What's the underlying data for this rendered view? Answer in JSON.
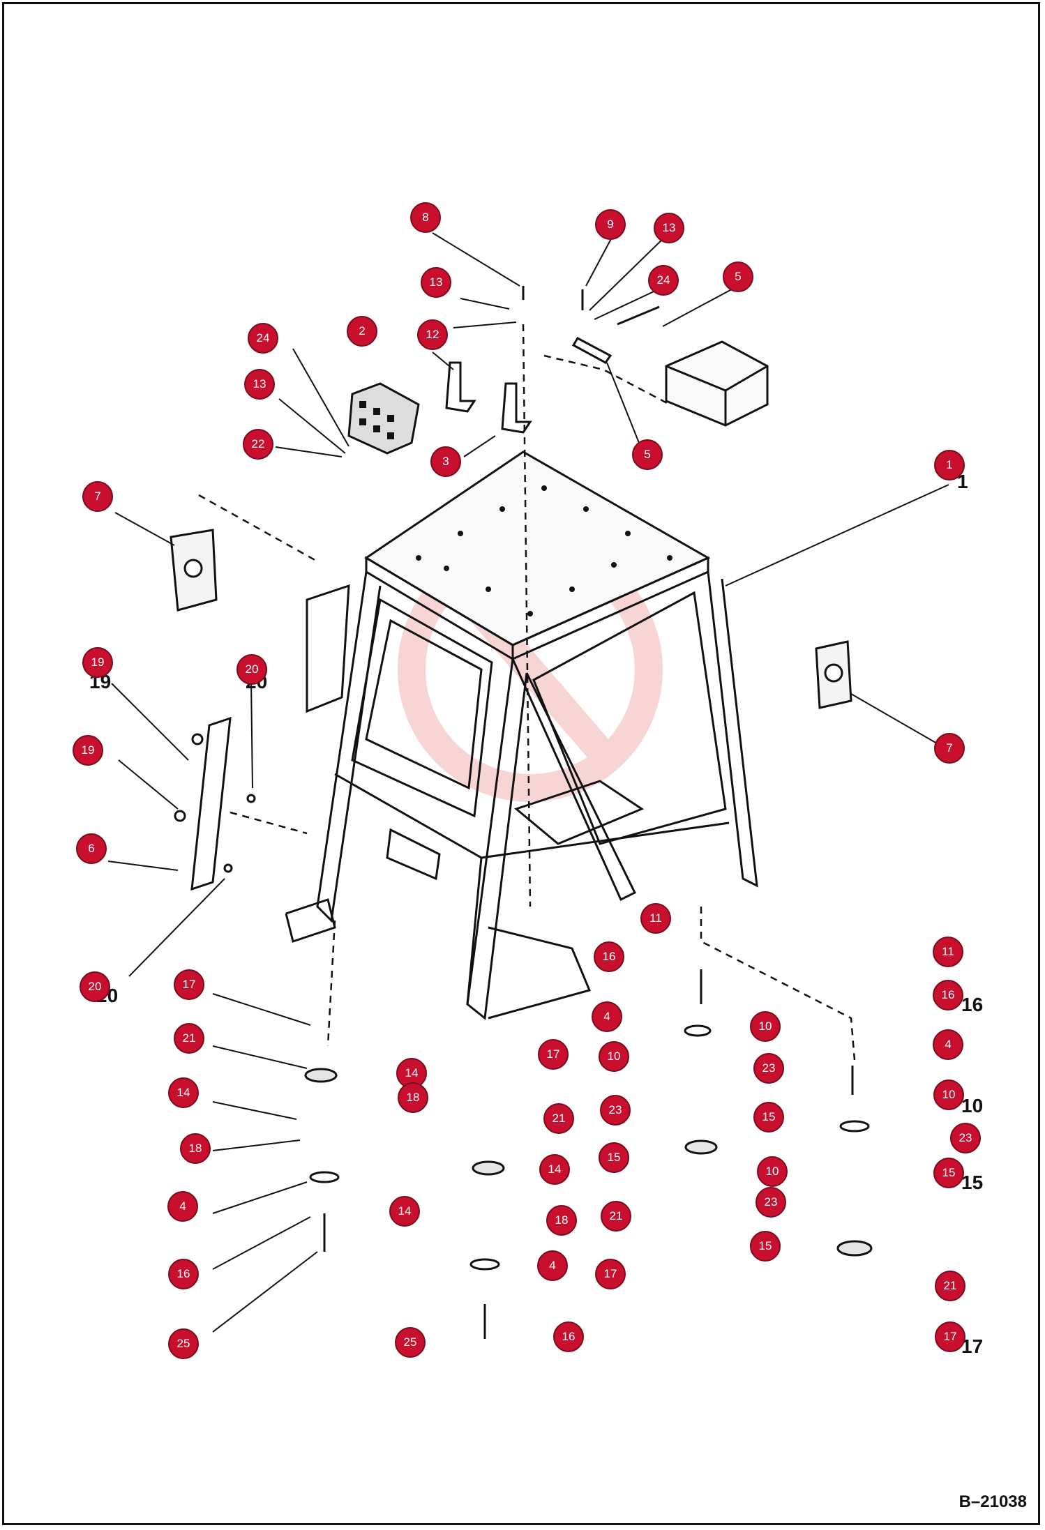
{
  "diagram": {
    "reference": "B–21038",
    "callouts": [
      "1",
      "2",
      "3",
      "4",
      "4",
      "4",
      "4",
      "5",
      "5",
      "6",
      "7",
      "7",
      "8",
      "9",
      "10",
      "10",
      "10",
      "10",
      "11",
      "11",
      "12",
      "13",
      "13",
      "13",
      "14",
      "14",
      "14",
      "14",
      "15",
      "15",
      "15",
      "15",
      "16",
      "16",
      "16",
      "16",
      "17",
      "17",
      "17",
      "17",
      "18",
      "18",
      "18",
      "19",
      "19",
      "20",
      "20",
      "21",
      "21",
      "21",
      "21",
      "22",
      "23",
      "23",
      "23",
      "23",
      "24",
      "24",
      "25",
      "25"
    ],
    "colors": {
      "callout_fill": "#c8102e",
      "line": "#111111",
      "watermark": "#e8a0a0"
    }
  }
}
